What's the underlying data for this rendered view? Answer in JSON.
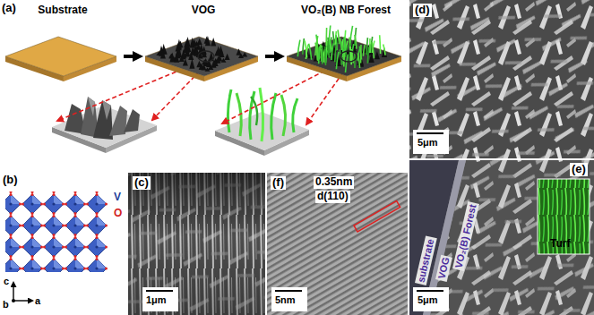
{
  "diagram": {
    "nodes": [
      {
        "text": [
          "Substrate"
        ]
      },
      {
        "text": [
          "VOG"
        ]
      },
      {
        "text": [
          "VO₂(B) NB Forest"
        ]
      }
    ],
    "edges": [
      {
        "from": 0,
        "to": 1,
        "arrow": "to"
      },
      {
        "from": 1,
        "to": 2,
        "arrow": "to"
      }
    ],
    "labels": [
      "(a)",
      "(b)",
      "V",
      "O",
      "c",
      "b",
      "a",
      "(c)",
      "1μm",
      "(f)",
      "0.35nm",
      "d(110)",
      "5nm",
      "(d)",
      "5μm",
      "(e)",
      "VO₂(B) Forest",
      "VOG",
      "substrate",
      "Turf",
      "5μm"
    ]
  }
}
